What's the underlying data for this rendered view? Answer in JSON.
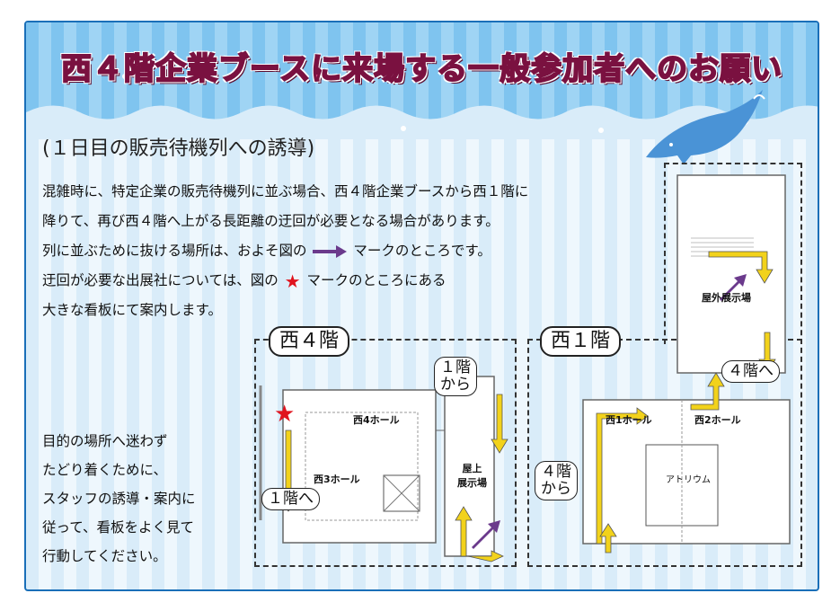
{
  "title": "西４階企業ブースに来場する一般参加者へのお願い",
  "subtitle": "(１日目の販売待機列への誘導)",
  "paragraph": {
    "line1": "混雑時に、特定企業の販売待機列に並ぶ場合、西４階企業ブースから西１階に",
    "line2": "降りて、再び西４階へ上がる長距離の迂回が必要となる場合があります。",
    "line3a": "列に並ぶために抜ける場所は、およそ図の",
    "line3b": "マークのところです。",
    "line4a": "迂回が必要な出展社については、図の",
    "line4b": "マークのところにある",
    "line5": "大きな看板にて案内します。"
  },
  "side_note": [
    "目的の場所へ迷わず",
    "たどり着くために、",
    "スタッフの誘導・案内に",
    "従って、看板をよく見て",
    "行動してください。"
  ],
  "map_west4": {
    "label": "西４階",
    "hall1": "西4ホール",
    "hall2": "西3ホール",
    "rooftop_line1": "屋上",
    "rooftop_line2": "展示場",
    "from_1f_line1": "１階",
    "from_1f_line2": "から",
    "to_1f": "１階へ"
  },
  "map_west1": {
    "label": "西１階",
    "outdoor": "屋外展示場",
    "hall1": "西1ホール",
    "hall2": "西2ホール",
    "atrium": "アトリウム",
    "to_4f": "４階へ",
    "from_4f_line1": "４階",
    "from_4f_line2": "から"
  },
  "colors": {
    "frame": "#1a6fb8",
    "title_pink": "#e8478b",
    "arrow_yellow": "#f2d21b",
    "arrow_purple": "#6b3a8c",
    "star_red": "#e0141e"
  },
  "icons": [
    "dolphin-icon",
    "purple-arrow-icon",
    "red-star-icon"
  ]
}
